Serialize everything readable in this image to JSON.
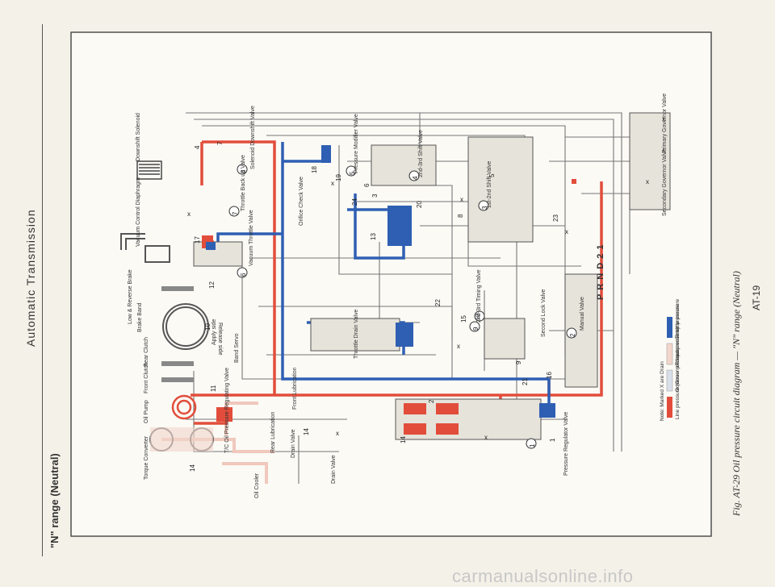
{
  "header": {
    "section_title": "Automatic Transmission",
    "range_title": "\"N\" range (Neutral)"
  },
  "caption": {
    "figure": "Fig. AT-29  Oil pressure circuit diagram — \"N\" range (Neutral)",
    "page_number": "AT-19"
  },
  "legend": {
    "note": "Note: Marked X are Drain",
    "items": [
      {
        "label": "Line pressure (Governor feed pressure)",
        "color": "#e24d3b"
      },
      {
        "label": "Governor pressure",
        "color": "#d9dfe8"
      },
      {
        "label": "Torque converter pressure",
        "color": "#f2d6cc"
      },
      {
        "label": "Throttle pressure",
        "color": "#2f5fb3"
      }
    ]
  },
  "components": {
    "torque_converter": "Torque Converter",
    "oil_pump": "Oil Pump",
    "front_clutch": "Front Clutch",
    "rear_clutch": "Rear Clutch",
    "brake_band": "Brake Band",
    "low_reverse_brake": "Low & Reverse Brake",
    "band_servo": "Band Servo",
    "apply_side": "Apply side",
    "release_side": "Release side",
    "vacuum_diaphragm": "Vacuum Control Diaphragm",
    "downshift_solenoid": "Downshift Solenoid",
    "oil_cooler": "Oil Cooler",
    "tc_oil_pressure_valve": "T/C Oil Pressure Regulating Valve",
    "rear_lubrication": "Rear Lubrication",
    "front_lubrication": "Front Lubrication",
    "drain_valve": "Drain Valve",
    "drain_valve_2": "Drain Valve",
    "pressure_regulator": "Pressure Regulator Valve",
    "manual_valve": "Manual Valve",
    "second_lock": "Second Lock Valve",
    "timing_valve": "2nd-3rd Timing Valve",
    "throttle_drain": "Throttle Drain Valve",
    "vacuum_throttle": "Vacuum Throttle Valve",
    "throttle_backup": "Throttle Back up Valve",
    "solenoid_downshift": "Solenoid Downshift Valve",
    "orifice_check": "Orifice Check Valve",
    "pressure_modifier": "Pressure Modifier Valve",
    "shift_23": "2nd-3rd Shift Valve",
    "shift_12": "1st-2nd Shift Valve",
    "secondary_governor": "Secondary Governor Valve",
    "primary_governor": "Primary Governor Valve",
    "prnd": "P R N D 2 1"
  },
  "callouts": [
    "1",
    "2",
    "3",
    "4",
    "5",
    "6",
    "7",
    "8",
    "9",
    "10"
  ],
  "port_numbers": [
    "14",
    "14",
    "14",
    "1",
    "2",
    "11",
    "12",
    "10",
    "9",
    "21",
    "16",
    "22",
    "15",
    "20",
    "13",
    "17",
    "19",
    "18",
    "24",
    "23",
    "3",
    "4",
    "5",
    "6",
    "7",
    "8"
  ]
}
